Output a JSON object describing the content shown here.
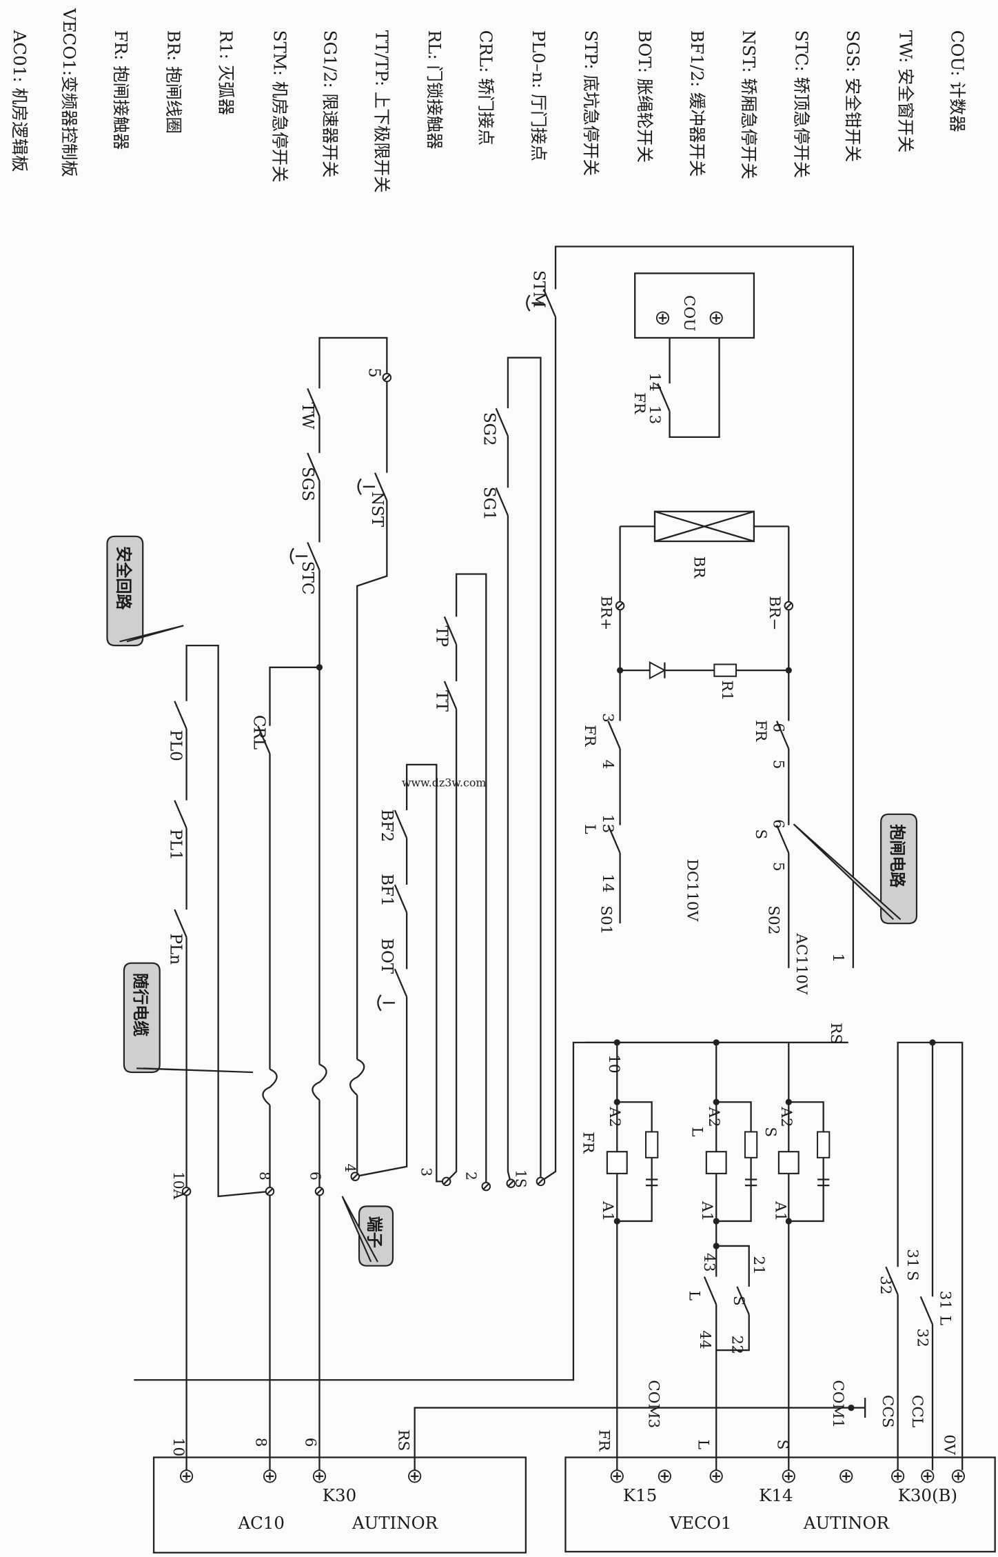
{
  "legend": [
    "AC01: 机房逻辑板",
    "VECO1:变频器控制板",
    "FR: 抱闸接触器",
    "BR: 抱闸线圈",
    "R1: 灭弧器",
    "STM: 机房急停开关",
    "SG1/2: 限速器开关",
    "TT/TP: 上下极限开关",
    "RL: 门锁接触器",
    "CRL: 轿门接点",
    "PL0–n: 厅门接点",
    "STP: 底坑急停开关",
    "BOT: 胀绳轮开关",
    "BF1/2: 缓冲器开关",
    "NST: 轿厢急停开关",
    "STC: 轿顶急停开关",
    "SGS: 安全钳开关",
    "TW: 安全窗开关",
    "COU: 计数器"
  ],
  "callouts": {
    "safety_circuit": "安全回路",
    "traveling_cable": "随行电缆",
    "terminal": "端子",
    "brake_circuit": "抱闸电路"
  },
  "watermark": "www.dz3w.com",
  "ac10_board": {
    "k": "K30",
    "name": "AC10",
    "brand": "AUTINOR",
    "pins": [
      "10",
      "8",
      "6",
      "RS"
    ]
  },
  "veco1_board": {
    "k15": "K15",
    "name": "VECO1",
    "k14": "K14",
    "brand": "AUTINOR",
    "k30b": "K30(B)",
    "pins": [
      "FR",
      "COM3",
      "L",
      "S",
      "COM1",
      "CCS",
      "CCL",
      "0V"
    ]
  },
  "terminal_block": [
    "10A",
    "8",
    "6",
    "4",
    "3",
    "2",
    "1S"
  ],
  "switches": {
    "PLn": "PLn",
    "PL1": "PL1",
    "PL0": "PL0",
    "CRL": "CRL",
    "STC": "STC",
    "SGS": "SGS",
    "TW": "TW",
    "n5": "5",
    "NST": "NST",
    "BOT": "BOT",
    "BF1": "BF1",
    "BF2": "BF2",
    "TT": "TT",
    "TP": "TP",
    "SG1": "SG1",
    "SG2": "SG2",
    "STM": "STM"
  },
  "brake": {
    "COU": "COU",
    "FR_a": "FR",
    "n13_a": "13",
    "n14_a": "14",
    "BR": "BR",
    "BRp": "BR+",
    "BRm": "BR−",
    "R1": "R1",
    "FR_b": "FR",
    "n3": "3",
    "n4": "4",
    "L": "L",
    "n13_b": "13",
    "n14_b": "14",
    "S01": "S01",
    "DC110V": "DC110V",
    "S02": "S02",
    "S": "S",
    "n5_a": "5",
    "n6_a": "6",
    "FR_c": "FR",
    "n5_b": "5",
    "n6_b": "6",
    "AC110V": "AC110V",
    "n1": "1",
    "RS": "RS"
  },
  "coils": {
    "bus": "10",
    "FR": "FR",
    "FR_A1": "A1",
    "FR_A2": "A2",
    "L": "L",
    "L_A1": "A1",
    "L_A2": "A2",
    "S": "S",
    "S_A1": "A1",
    "S_A2": "A2"
  },
  "interlocks": {
    "L1": "L",
    "n43": "43",
    "n44": "44",
    "S1": "S",
    "n21": "21",
    "n22": "22",
    "n32_a": "32",
    "S2": "S",
    "n31_a": "31",
    "n32_b": "32",
    "L2": "L",
    "n31_b": "31"
  }
}
